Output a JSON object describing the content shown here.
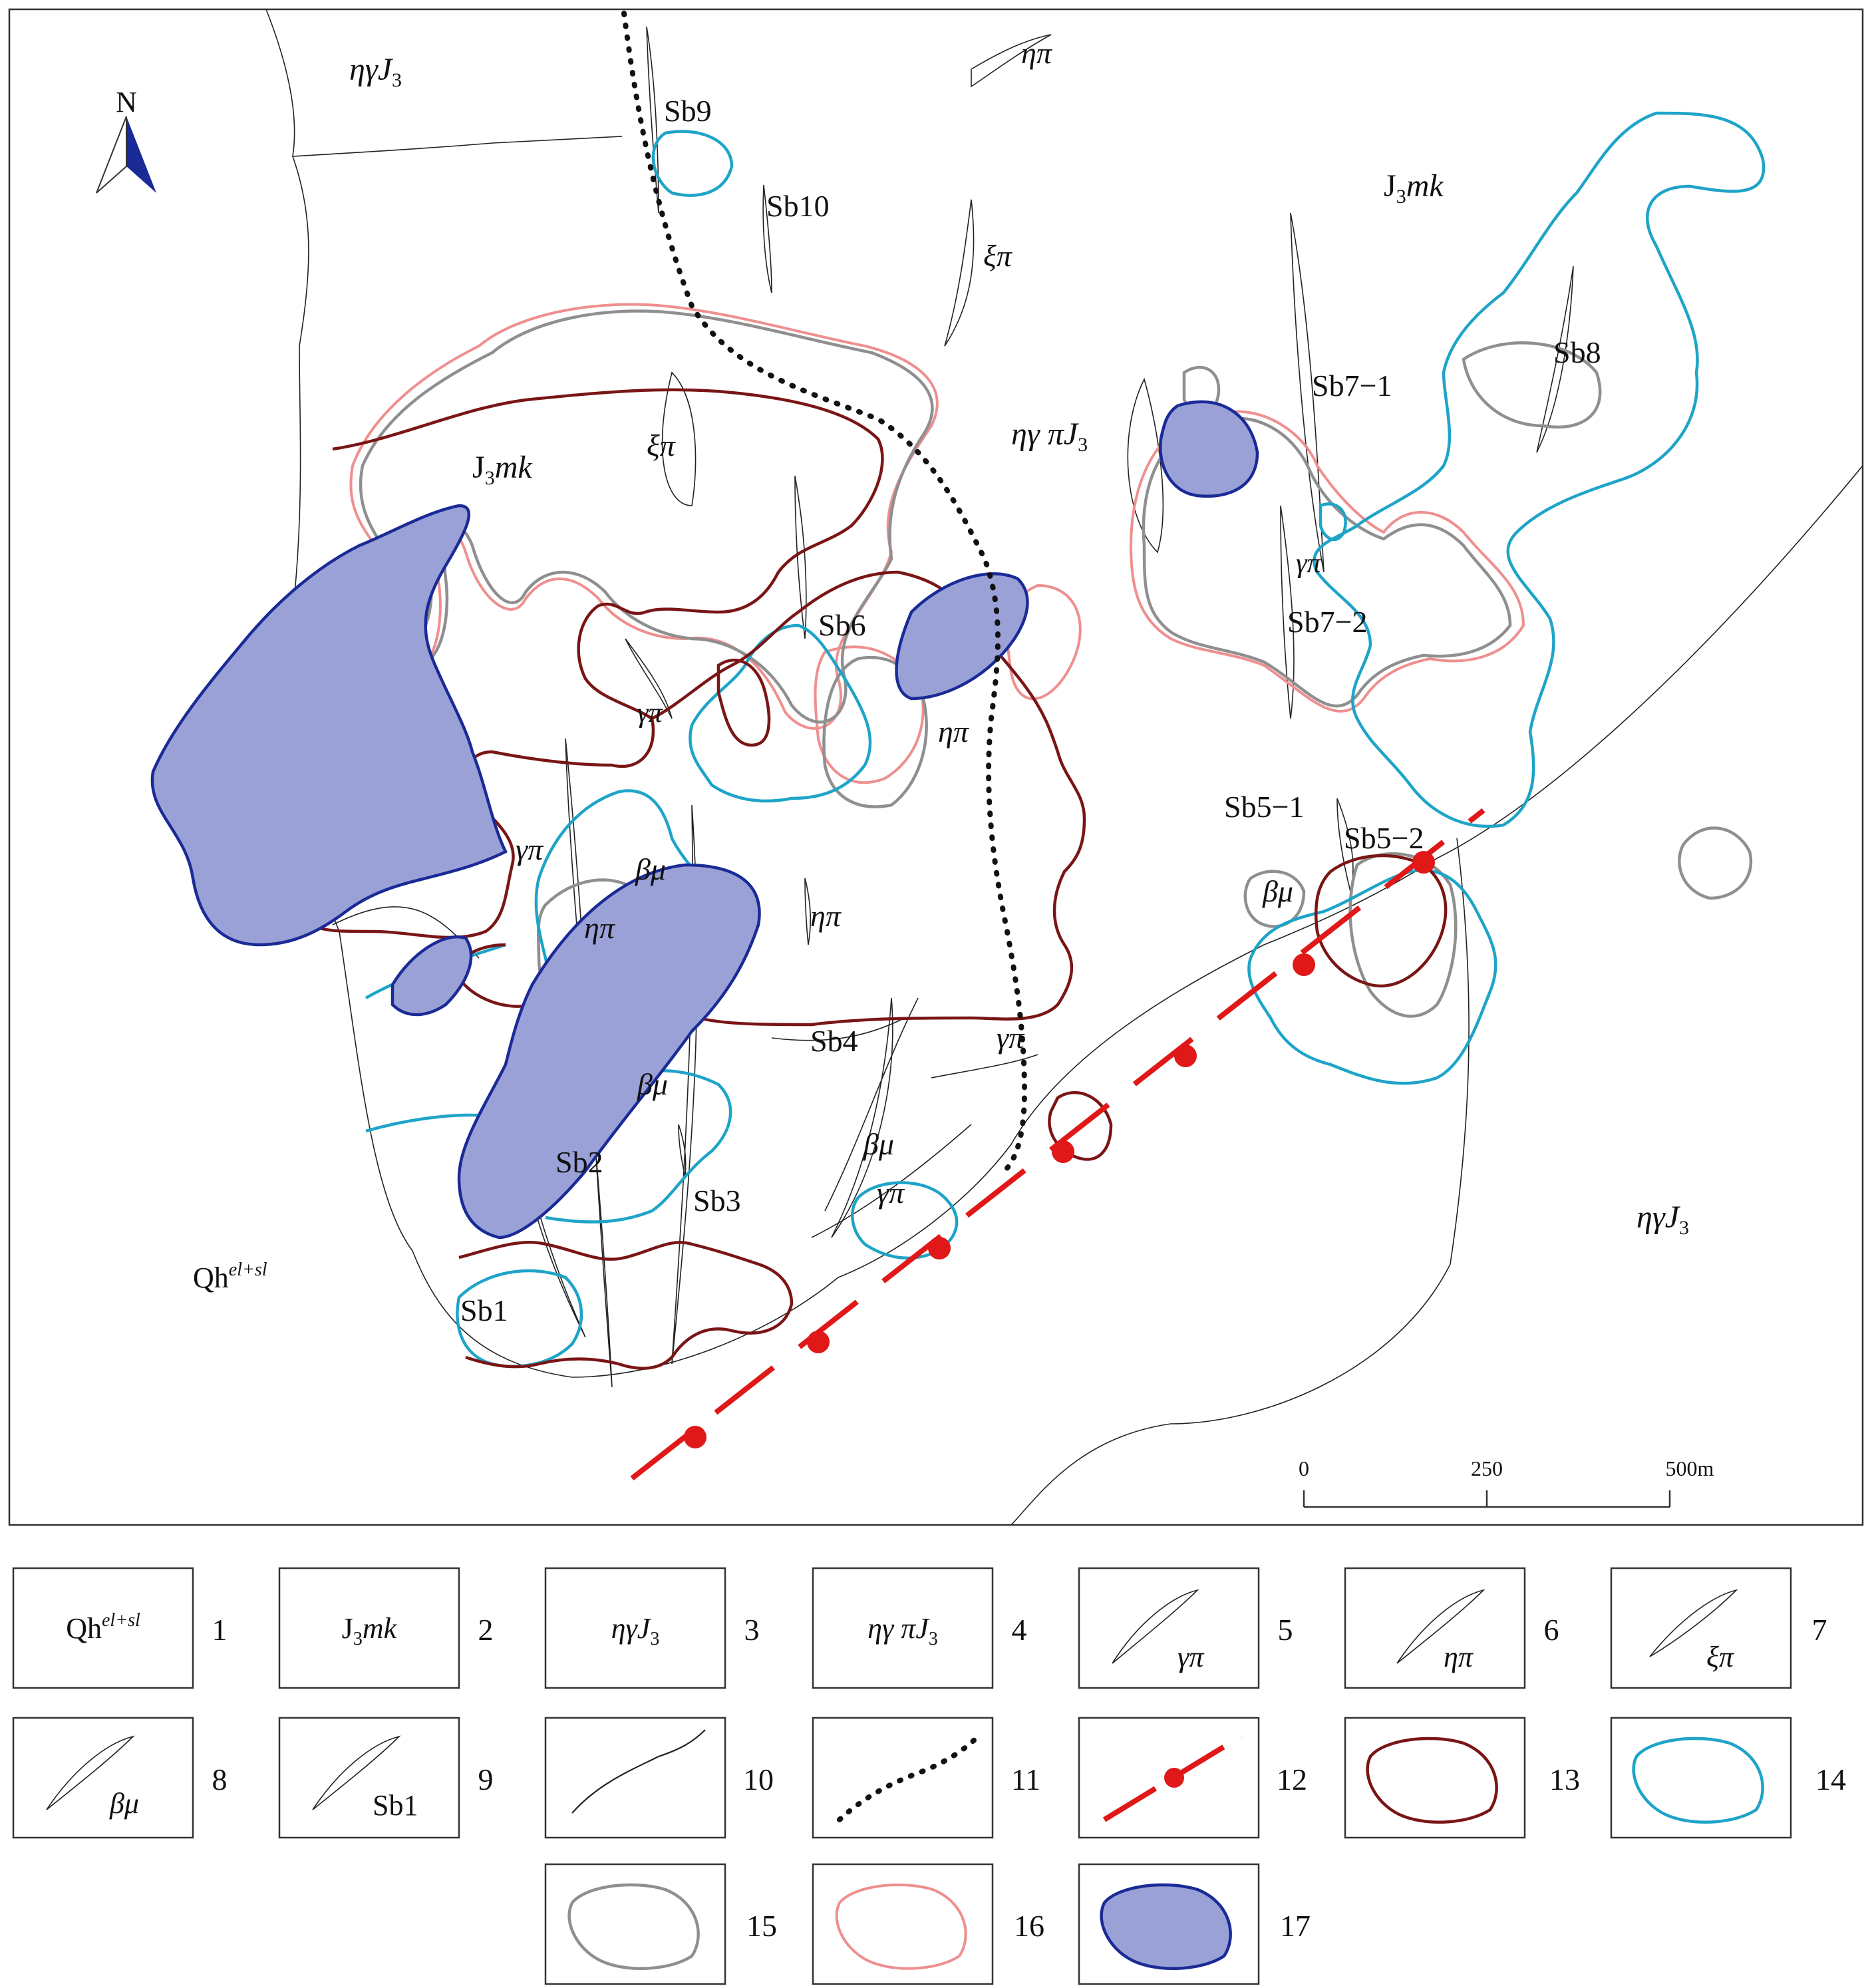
{
  "map": {
    "north_label": "N",
    "units": [
      {
        "id": "qh",
        "text": "Qh",
        "sup": "el+sl"
      },
      {
        "id": "j3mk-top",
        "text": "J",
        "sub": "3",
        "tail": "mk"
      },
      {
        "id": "j3mk-left",
        "text": "J",
        "sub": "3",
        "tail": "mk"
      },
      {
        "id": "etagj3-top",
        "text": "ηγJ",
        "sub": "3"
      },
      {
        "id": "etagj3-right",
        "text": "ηγJ",
        "sub": "3"
      },
      {
        "id": "etagpj3",
        "text": "ηγ πJ",
        "sub": "3"
      }
    ],
    "dyke_labels": {
      "eta_pi_top": "ηπ",
      "xi_pi_1": "ξπ",
      "xi_pi_2": "ξπ",
      "gamma_pi_1": "γπ",
      "gamma_pi_2": "γπ",
      "gamma_pi_3": "γπ",
      "gamma_pi_4": "γπ",
      "gamma_pi_5": "γπ",
      "eta_pi_1": "ηπ",
      "eta_pi_2": "ηπ",
      "eta_pi_3": "ηπ",
      "beta_mu_1": "βμ",
      "beta_mu_2": "βμ",
      "beta_mu_3": "βμ",
      "beta_mu_4": "βμ"
    },
    "ore_bodies": [
      "Sb9",
      "Sb10",
      "Sb8",
      "Sb7−1",
      "Sb7−2",
      "Sb6",
      "Sb5−1",
      "Sb5−2",
      "Sb4",
      "Sb3",
      "Sb2",
      "Sb1"
    ],
    "scale": {
      "ticks": [
        "0",
        "250",
        "500m"
      ],
      "values_m": [
        0,
        250,
        500
      ]
    }
  },
  "legend": {
    "items": [
      {
        "num": "1",
        "text": "Qh",
        "sup": "el+sl"
      },
      {
        "num": "2",
        "text": "J",
        "sub": "3",
        "tail": "mk"
      },
      {
        "num": "3",
        "text": "ηγJ",
        "sub": "3"
      },
      {
        "num": "4",
        "text": "ηγ πJ",
        "sub": "3"
      },
      {
        "num": "5",
        "label": "γπ"
      },
      {
        "num": "6",
        "label": "ηπ"
      },
      {
        "num": "7",
        "label": "ξπ"
      },
      {
        "num": "8",
        "label": "βμ"
      },
      {
        "num": "9",
        "label": "Sb1"
      },
      {
        "num": "10"
      },
      {
        "num": "11"
      },
      {
        "num": "12"
      },
      {
        "num": "13"
      },
      {
        "num": "14"
      },
      {
        "num": "15"
      },
      {
        "num": "16"
      },
      {
        "num": "17"
      }
    ]
  },
  "colors": {
    "anomaly_13": "#7a1515",
    "anomaly_14": "#1ea4c8",
    "anomaly_15": "#8f8f8f",
    "anomaly_16": "#ef8f8f",
    "anomaly_17_fill": "#9aa1d7",
    "anomaly_17_stroke": "#1a2a96",
    "fault": "#e01818"
  }
}
